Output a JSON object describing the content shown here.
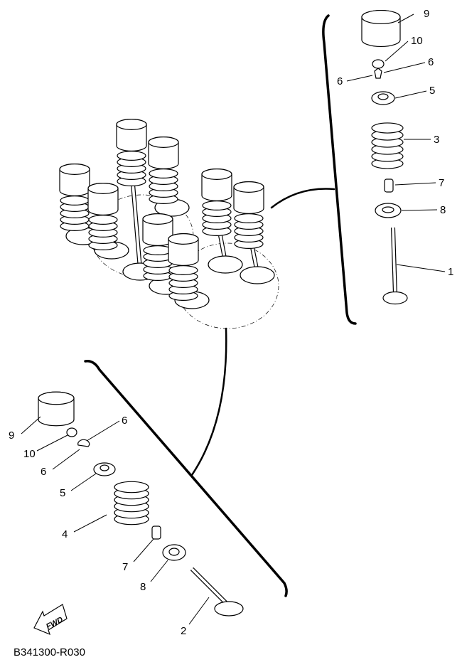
{
  "diagram_code": "B341300-R030",
  "fwd_arrow_label": "FWD",
  "callouts_intake": [
    {
      "ref": "9"
    },
    {
      "ref": "10"
    },
    {
      "ref": "6"
    },
    {
      "ref": "6"
    },
    {
      "ref": "5"
    },
    {
      "ref": "3"
    },
    {
      "ref": "7"
    },
    {
      "ref": "8"
    },
    {
      "ref": "1"
    }
  ],
  "callouts_exhaust": [
    {
      "ref": "9"
    },
    {
      "ref": "6"
    },
    {
      "ref": "10"
    },
    {
      "ref": "6"
    },
    {
      "ref": "5"
    },
    {
      "ref": "4"
    },
    {
      "ref": "7"
    },
    {
      "ref": "8"
    },
    {
      "ref": "2"
    }
  ]
}
